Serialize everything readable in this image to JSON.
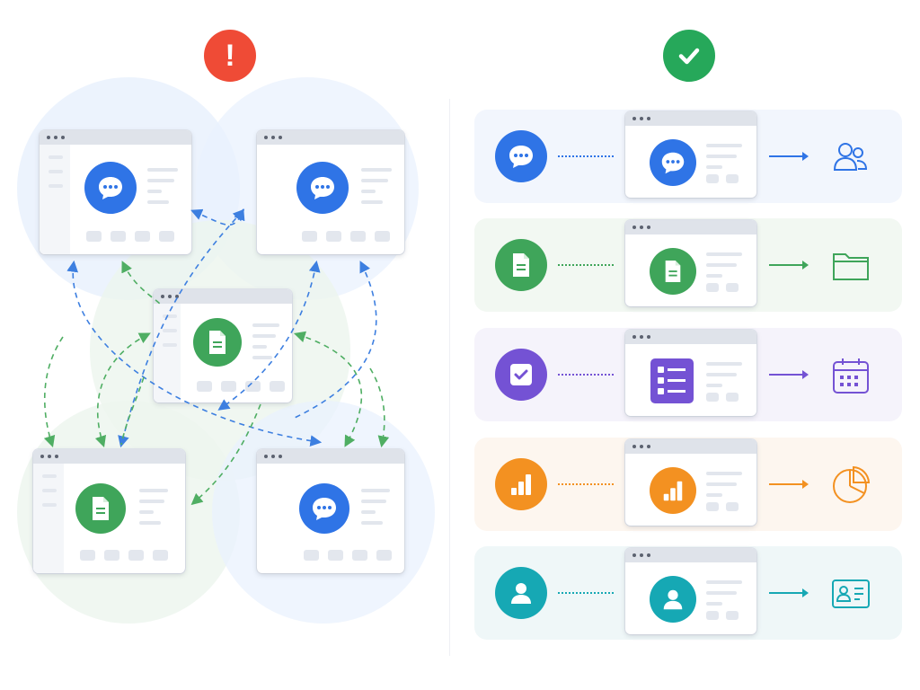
{
  "header": {
    "bad_symbol": "!",
    "bad_color": "#ef4b36",
    "good_color": "#26a85a",
    "good_icon": "check-icon"
  },
  "left": {
    "windows": [
      {
        "icon": "chat-icon",
        "color": "#2f74e6"
      },
      {
        "icon": "chat-icon",
        "color": "#2f74e6"
      },
      {
        "icon": "document-icon",
        "color": "#3fa55a"
      },
      {
        "icon": "document-icon",
        "color": "#3fa55a"
      },
      {
        "icon": "chat-icon",
        "color": "#2f74e6"
      }
    ],
    "connector_colors": [
      "#3d7fe0",
      "#4fae63"
    ]
  },
  "right": {
    "rows": [
      {
        "name": "chat",
        "color": "#2f74e6",
        "bg": "#f2f6fd",
        "lead_icon": "chat-icon",
        "window_icon": "chat-icon",
        "output_icon": "users-icon"
      },
      {
        "name": "document",
        "color": "#3fa55a",
        "bg": "#f2f8f2",
        "lead_icon": "document-icon",
        "window_icon": "document-icon",
        "output_icon": "folder-icon"
      },
      {
        "name": "tasks",
        "color": "#7452d4",
        "bg": "#f5f3fb",
        "lead_icon": "checkbox-icon",
        "window_icon": "checklist-icon",
        "output_icon": "calendar-icon"
      },
      {
        "name": "analytics",
        "color": "#f39121",
        "bg": "#fdf6ef",
        "lead_icon": "bar-chart-icon",
        "window_icon": "bar-chart-icon",
        "output_icon": "pie-chart-icon"
      },
      {
        "name": "profile",
        "color": "#16a8b4",
        "bg": "#eff7f8",
        "lead_icon": "user-icon",
        "window_icon": "user-icon",
        "output_icon": "id-card-icon"
      }
    ]
  }
}
